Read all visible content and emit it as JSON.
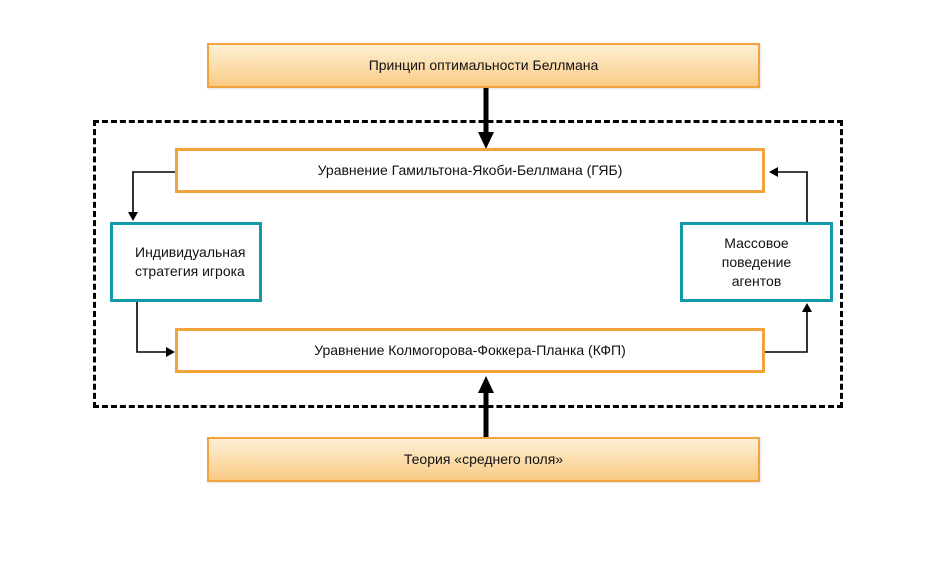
{
  "colors": {
    "orange-border": "#F2A33C",
    "orange-fill-top": "#FDF0D5",
    "orange-fill-bottom": "#FACB85",
    "teal-border": "#1499A8",
    "box-fill": "#FFFFFF",
    "arrow": "#000000"
  },
  "diagram": {
    "top_box": {
      "label": "Принцип оптимальности Беллмана"
    },
    "hjb_box": {
      "label": "Уравнение Гамильтона-Якоби-Беллмана (ГЯБ)"
    },
    "left_box": {
      "lines": [
        "Индивидуальная",
        "стратегия игрока"
      ]
    },
    "right_box": {
      "lines": [
        "Массовое",
        "поведение",
        "агентов"
      ]
    },
    "kfp_box": {
      "label": "Уравнение Колмогорова-Фоккера-Планка (КФП)"
    },
    "bottom_box": {
      "label": "Теория «среднего поля»"
    }
  }
}
